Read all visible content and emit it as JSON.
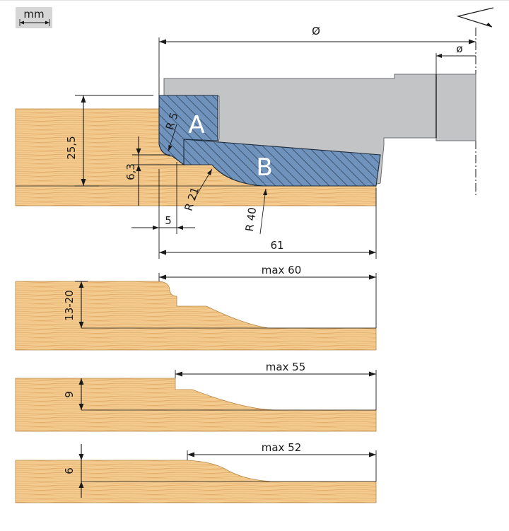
{
  "unit_badge": {
    "label": "mm"
  },
  "dimensions": {
    "diameter": "Ø",
    "bore": "ø",
    "height_main": "25,5",
    "depth_6_3": "6,3",
    "radius_5": "R 5",
    "radius_21": "R 21",
    "radius_40": "R 40",
    "width_5": "5",
    "width_61": "61"
  },
  "knives": {
    "a": "A",
    "b": "B"
  },
  "profiles": [
    {
      "height": "13-20",
      "width": "max 60"
    },
    {
      "height": "9",
      "width": "max 55"
    },
    {
      "height": "6",
      "width": "max 52"
    }
  ],
  "colors": {
    "wood": "#f2c98c",
    "wood_grain": "#d89a55",
    "cutter_body": "#c2c4c6",
    "knife_blue": "#6f93bd",
    "line": "#1a1a1a"
  }
}
